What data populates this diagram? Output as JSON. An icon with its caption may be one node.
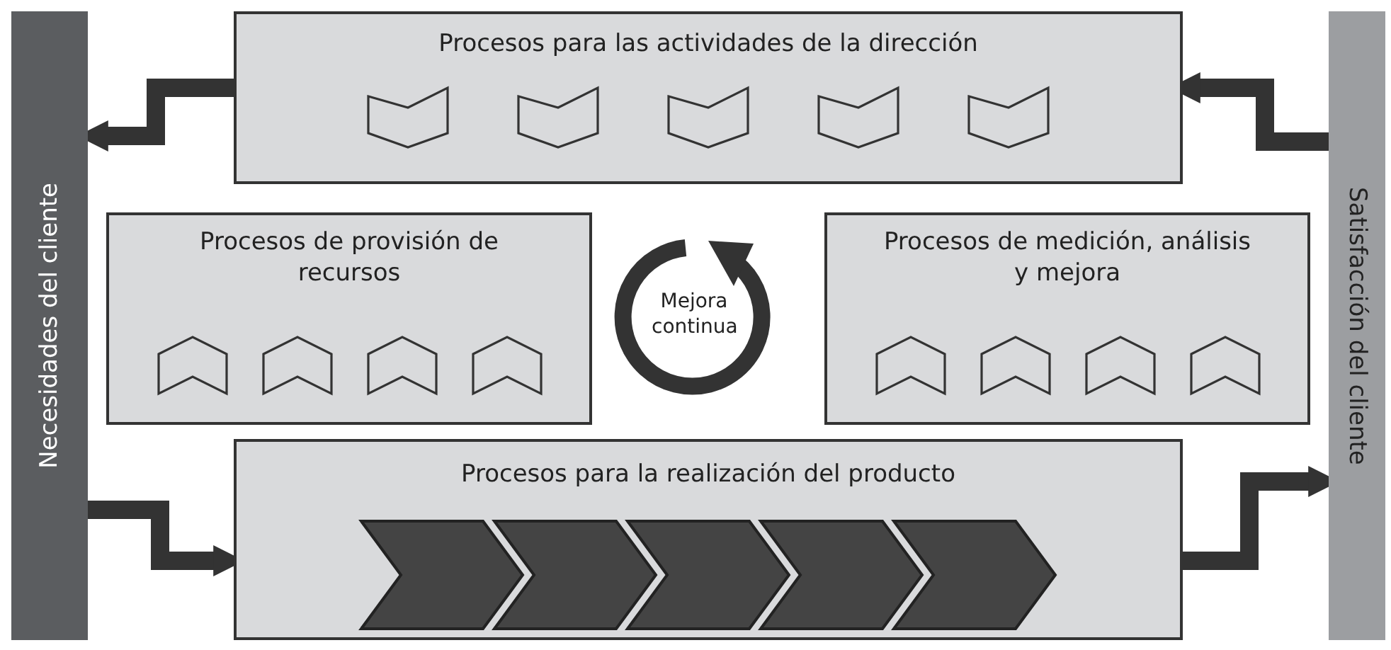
{
  "diagram": {
    "nodes": [
      {
        "text": [
          "Necesidades del cliente"
        ]
      },
      {
        "text": [
          "Procesos para las actividades de la dirección"
        ]
      },
      {
        "text": [
          "Satisfacción del cliente"
        ]
      },
      {
        "text": [
          "Procesos de provisión de recursos"
        ]
      },
      {
        "text": [
          "Mejora continua"
        ]
      },
      {
        "text": [
          "Procesos de medición, análisis y mejora"
        ]
      },
      {
        "text": [
          "Procesos para la realización del producto"
        ]
      }
    ],
    "edges": [
      {
        "from": 2,
        "to": 1,
        "arrow": "to"
      },
      {
        "from": 1,
        "to": 0,
        "arrow": "to"
      },
      {
        "from": 0,
        "to": 6,
        "arrow": "to"
      },
      {
        "from": 6,
        "to": 2,
        "arrow": "to"
      }
    ]
  }
}
